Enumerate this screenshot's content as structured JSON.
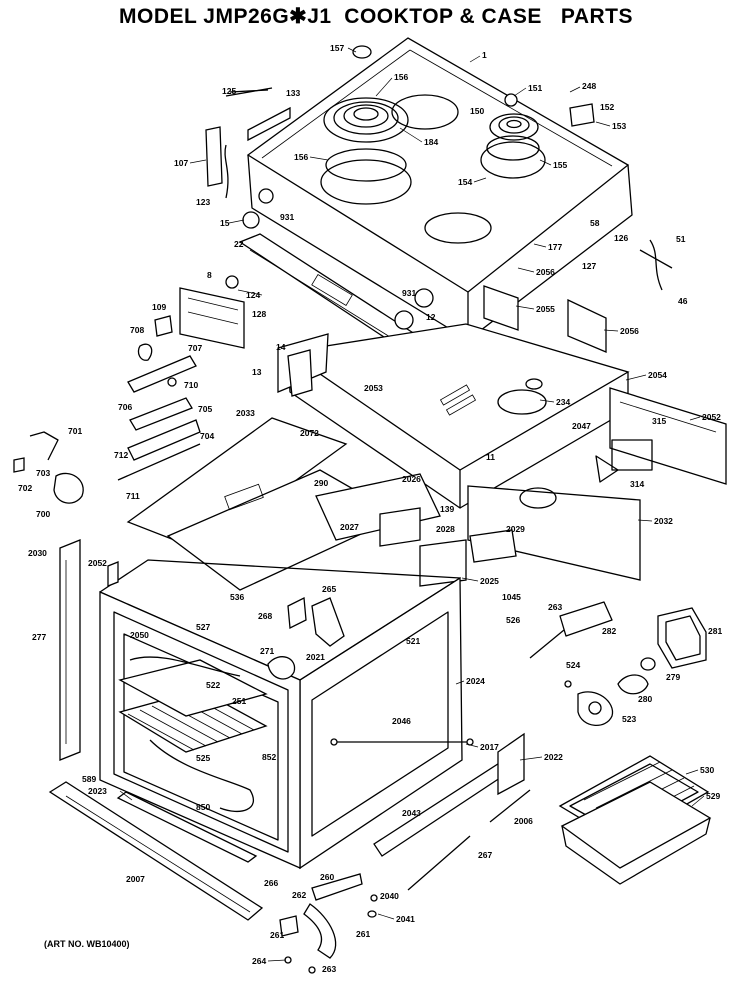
{
  "title": "MODEL JMP26G✱J1  COOKTOP & CASE   PARTS",
  "art_number": "(ART NO. WB10400)",
  "labels": {
    "p157": "157",
    "p1": "1",
    "p125": "125",
    "p133": "133",
    "p156a": "156",
    "p151": "151",
    "p248": "248",
    "p152": "152",
    "p153": "153",
    "p150": "150",
    "p184": "184",
    "p107": "107",
    "p156b": "156",
    "p155": "155",
    "p154": "154",
    "p123": "123",
    "p15": "15",
    "p931a": "931",
    "p58": "58",
    "p126": "126",
    "p51": "51",
    "p22": "22",
    "p177": "177",
    "p127": "127",
    "p2056a": "2056",
    "p8": "8",
    "p124": "124",
    "p931b": "931",
    "p12": "12",
    "p46": "46",
    "p109": "109",
    "p128": "128",
    "p2055": "2055",
    "p2056b": "2056",
    "p708": "708",
    "p14": "14",
    "p707": "707",
    "p13": "13",
    "p710": "710",
    "p2053": "2053",
    "p2054": "2054",
    "p706": "706",
    "p705": "705",
    "p234": "234",
    "p2033": "2033",
    "p2072": "2072",
    "p704": "704",
    "p2047": "2047",
    "p315": "315",
    "p2052a": "2052",
    "p701": "701",
    "p712": "712",
    "p703": "703",
    "p290": "290",
    "p11": "11",
    "p314": "314",
    "p702": "702",
    "p711": "711",
    "p2026": "2026",
    "p139": "139",
    "p700": "700",
    "p2027": "2027",
    "p2028": "2028",
    "p2029": "2029",
    "p2032": "2032",
    "p2030": "2030",
    "p2052b": "2052",
    "p536": "536",
    "p2025": "2025",
    "p1045": "1045",
    "p265": "265",
    "p263": "263",
    "p268": "268",
    "p282": "282",
    "p526": "526",
    "p281": "281",
    "p277": "277",
    "p2050": "2050",
    "p527": "527",
    "p521": "521",
    "p271": "271",
    "p524": "524",
    "p279": "279",
    "p2021": "2021",
    "p2024": "2024",
    "p522": "522",
    "p280": "280",
    "p251": "251",
    "p523": "523",
    "p2046": "2046",
    "p852": "852",
    "p2017": "2017",
    "p2022": "2022",
    "p589": "589",
    "p525": "525",
    "p530": "530",
    "p2023": "2023",
    "p850": "850",
    "p529": "529",
    "p2006": "2006",
    "p2043": "2043",
    "p267": "267",
    "p2007": "2007",
    "p260": "260",
    "p266": "266",
    "p262": "262",
    "p2040": "2040",
    "p261a": "261",
    "p2041": "2041",
    "p261b": "261",
    "p264": "264",
    "p263b": "263"
  }
}
